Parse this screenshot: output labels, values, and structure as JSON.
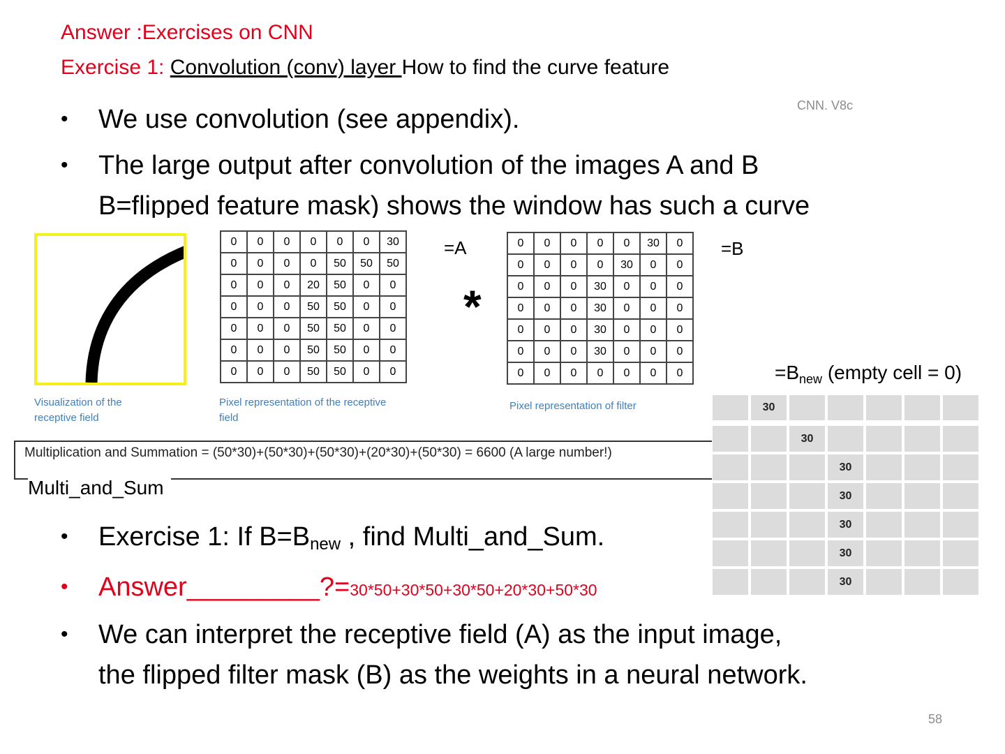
{
  "title": {
    "line1": "Answer :Exercises on CNN",
    "line2_prefix": "Exercise 1: ",
    "line2_underlined": "Convolution (conv) layer ",
    "line2_suffix": "How to find the curve feature"
  },
  "version": "CNN. V8c",
  "bullets_top": [
    "We use convolution (see appendix).",
    "The large output after convolution of the images A and B",
    "B=flipped feature mask) shows the window has such a curve"
  ],
  "bullet_char": "•",
  "figure": {
    "caption_viz_1": "Visualization of the",
    "caption_viz_2": "receptive field",
    "caption_pixel_1": "Pixel representation  of the receptive",
    "caption_pixel_2": "field",
    "caption_filter": "Pixel representation  of filter",
    "star": "*",
    "matrix_A": [
      [
        "0",
        "0",
        "0",
        "0",
        "0",
        "0",
        "30"
      ],
      [
        "0",
        "0",
        "0",
        "0",
        "50",
        "50",
        "50"
      ],
      [
        "0",
        "0",
        "0",
        "20",
        "50",
        "0",
        "0"
      ],
      [
        "0",
        "0",
        "0",
        "50",
        "50",
        "0",
        "0"
      ],
      [
        "0",
        "0",
        "0",
        "50",
        "50",
        "0",
        "0"
      ],
      [
        "0",
        "0",
        "0",
        "50",
        "50",
        "0",
        "0"
      ],
      [
        "0",
        "0",
        "0",
        "50",
        "50",
        "0",
        "0"
      ]
    ],
    "matrix_B": [
      [
        "0",
        "0",
        "0",
        "0",
        "0",
        "30",
        "0"
      ],
      [
        "0",
        "0",
        "0",
        "0",
        "30",
        "0",
        "0"
      ],
      [
        "0",
        "0",
        "0",
        "30",
        "0",
        "0",
        "0"
      ],
      [
        "0",
        "0",
        "0",
        "30",
        "0",
        "0",
        "0"
      ],
      [
        "0",
        "0",
        "0",
        "30",
        "0",
        "0",
        "0"
      ],
      [
        "0",
        "0",
        "0",
        "30",
        "0",
        "0",
        "0"
      ],
      [
        "0",
        "0",
        "0",
        "0",
        "0",
        "0",
        "0"
      ]
    ],
    "mult_text": "Multiplication and Summation = (50*30)+(50*30)+(50*30)+(20*30)+(50*30) = 6600 (A large number!)"
  },
  "label_A": "=A",
  "label_B": "=B",
  "multi_label": "Multi_and_Sum",
  "bnew": {
    "label_prefix": "=B",
    "label_sub": "new",
    "label_suffix": " (empty cell = 0)",
    "rows": [
      [
        "",
        "30",
        "",
        "",
        "",
        "",
        ""
      ],
      [
        "",
        "",
        "30",
        "",
        "",
        "",
        ""
      ],
      [
        "",
        "",
        "",
        "30",
        "",
        "",
        ""
      ],
      [
        "",
        "",
        "",
        "30",
        "",
        "",
        ""
      ],
      [
        "",
        "",
        "",
        "30",
        "",
        "",
        ""
      ],
      [
        "",
        "",
        "",
        "30",
        "",
        "",
        ""
      ],
      [
        "",
        "",
        "",
        "30",
        "",
        "",
        ""
      ]
    ]
  },
  "exercise": {
    "prefix": "Exercise 1: If B=B",
    "sub": "new",
    "suffix": " , find Multi_and_Sum."
  },
  "answer": {
    "prefix": "Answer_________?=",
    "formula": "30*50+30*50+30*50+20*30+50*30"
  },
  "interpret": [
    "We can interpret the receptive field (A) as the input image,",
    "the flipped filter mask (B) as the weights in a neural network."
  ],
  "page_number": "58",
  "colors": {
    "accent_red": "#e3001b",
    "caption_blue": "#3f7fbf",
    "viz_border": "#f5ef1b",
    "grid_gray": "#dcdcdc"
  }
}
